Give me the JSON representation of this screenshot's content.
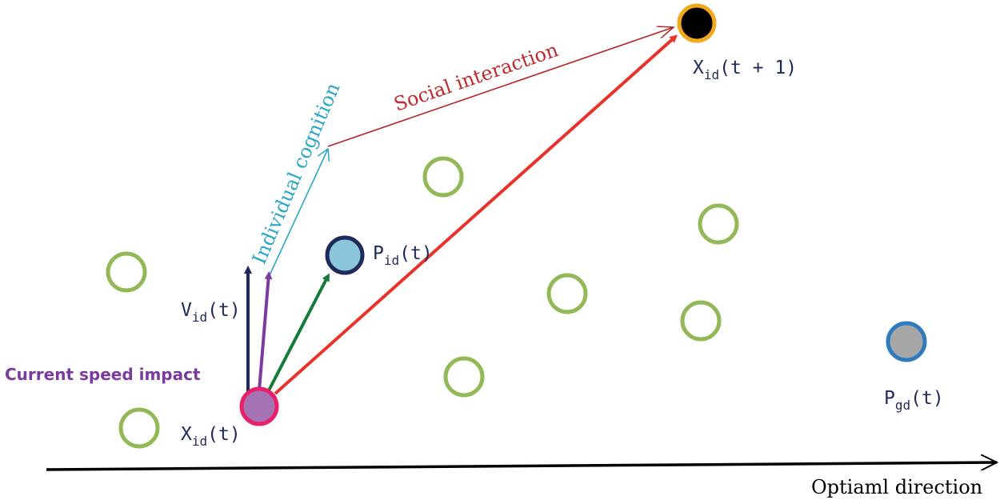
{
  "colors": {
    "neutral_particle": "#93b957",
    "current_particle_fill": "#a673b5",
    "current_particle_stroke": "#e8206a",
    "next_particle_fill": "#000000",
    "next_particle_stroke": "#f2a81d",
    "personal_best_fill": "#8cc6dc",
    "personal_best_stroke": "#1f2a5a",
    "global_best_fill": "#a7a7a7",
    "global_best_stroke": "#2f7bc0",
    "velocity_arrow": "#1f2a5a",
    "speed_arrow": "#7a3aa0",
    "personal_best_arrow": "#157a3a",
    "result_arrow": "#e8322a",
    "social_arrow": "#b42525",
    "cognition_arrow": "#2aa6c6",
    "axis": "#000000"
  },
  "labels": {
    "current_speed_impact": "Current speed impact",
    "individual_cognition": "Individual cognition",
    "social_interaction": "Social interaction",
    "optimal_direction": "Optiaml direction",
    "v_id_t": {
      "main": "V",
      "sub": "id",
      "tail": "(t)"
    },
    "x_id_t": {
      "main": "X",
      "sub": "id",
      "tail": "(t)"
    },
    "x_id_t1": {
      "main": "X",
      "sub": "id",
      "tail": "(t + 1)"
    },
    "p_id_t": {
      "main": "P",
      "sub": "id",
      "tail": "(t)"
    },
    "p_gd_t": {
      "main": "P",
      "sub": "gd",
      "tail": "(t)"
    }
  }
}
